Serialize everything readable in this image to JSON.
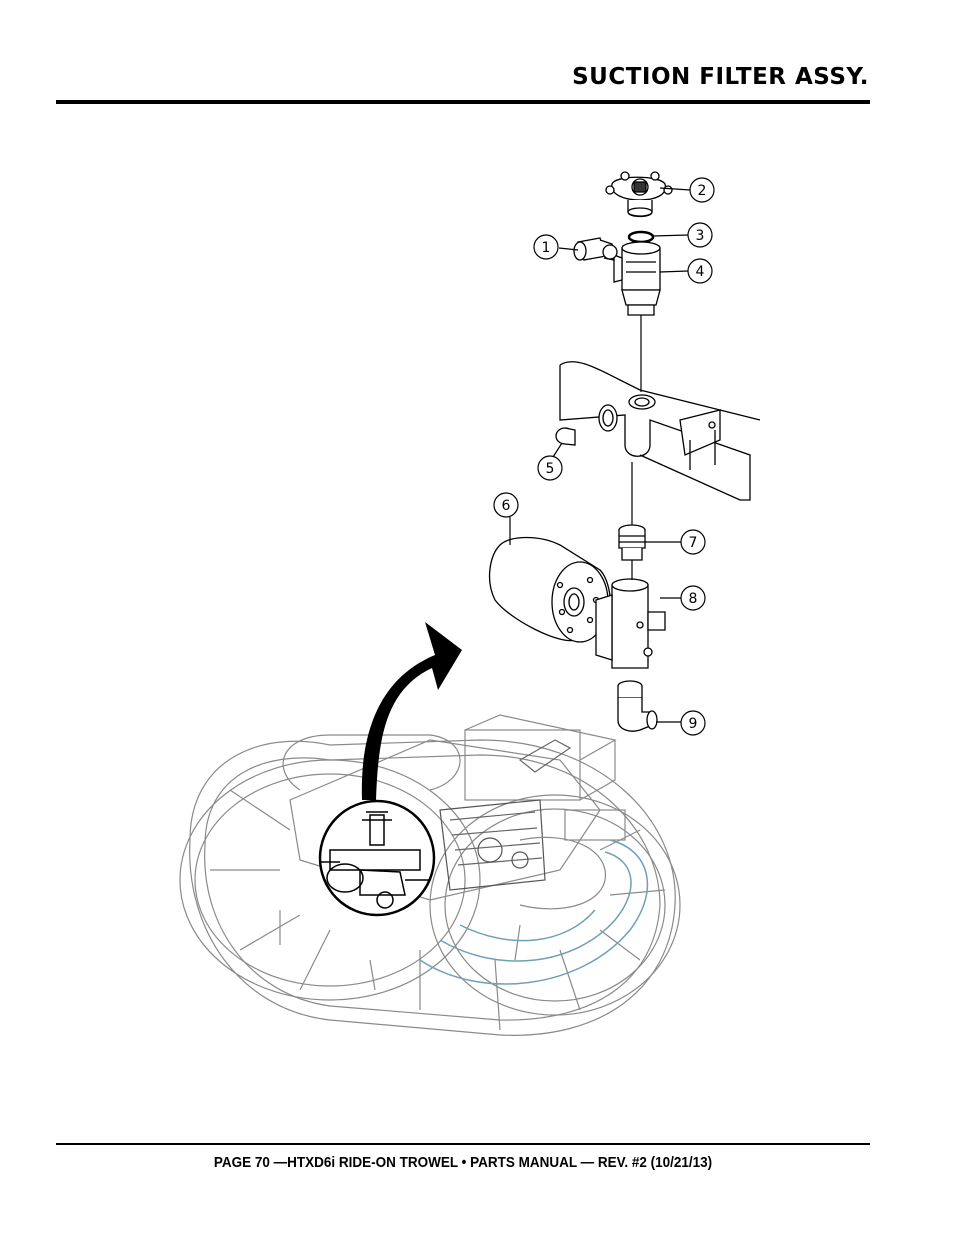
{
  "header": {
    "title": "SUCTION FILTER ASSY."
  },
  "footer": {
    "text": "PAGE 70 —HTXD6i RIDE-ON TROWEL • PARTS MANUAL — REV. #2 (10/21/13)"
  },
  "callouts": [
    "1",
    "2",
    "3",
    "4",
    "5",
    "6",
    "7",
    "8",
    "9"
  ]
}
